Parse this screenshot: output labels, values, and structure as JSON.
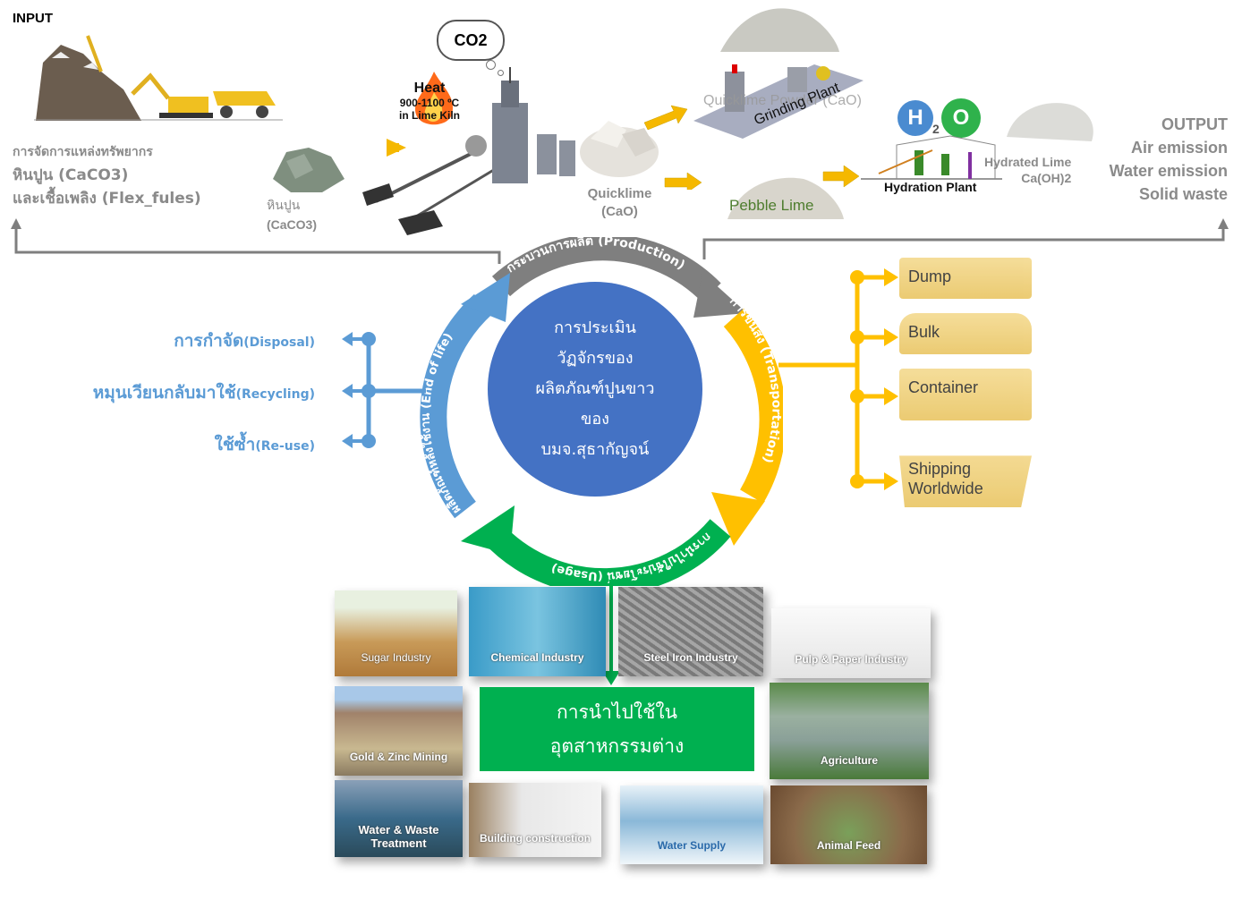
{
  "input": {
    "title": "INPUT",
    "resource_lines": [
      "การจัดการแหล่งทรัพยากร",
      "หินปูน  (CaCO3)",
      "และเชื้อเพลิง (Flex_fules)"
    ]
  },
  "limestone": {
    "label_th": "หินปูน",
    "label_formula": "(CaCO3)"
  },
  "co2_cloud": "CO2",
  "heat": {
    "title": "Heat",
    "temp": "900-1100 ºC",
    "location": "in Lime Kiln"
  },
  "quicklime": {
    "name": "Quicklime",
    "formula": "(CaO)"
  },
  "grinding": {
    "product": "Quicklime Powder (CaO)",
    "plant": "Grinding Plant"
  },
  "pebble_lime": "Pebble Lime",
  "hydration": {
    "h": "H",
    "sub": "2",
    "o": "O",
    "plant": "Hydration Plant",
    "product": "Hydrated Lime",
    "formula": "Ca(OH)2"
  },
  "output": {
    "title": "OUTPUT",
    "items": [
      "Air emission",
      "Water emission",
      "Solid waste"
    ]
  },
  "cycle": {
    "center": [
      "การประเมิน",
      "วัฏจักรของ",
      "ผลิตภัณฑ์ปูนขาว",
      "ของ",
      "บมจ.สุธากัญจน์"
    ],
    "production": "กระบวนการผลิต (Production)",
    "transportation": "การขนส่ง (Transportation)",
    "usage": "การนำไปใช้ประโยชน์ (Usage)",
    "end_of_life": "ผลิตภัณฑ์หลังใช้งาน (End of life)",
    "colors": {
      "production": "#7f7f7f",
      "transportation": "#ffc000",
      "usage": "#00b050",
      "end_of_life": "#5b9bd5",
      "center": "#4472c4"
    }
  },
  "end_of_life_options": [
    {
      "th": "การกำจัด",
      "en": "(Disposal)"
    },
    {
      "th": "หมุนเวียนกลับมาใช้",
      "en": "(Recycling)"
    },
    {
      "th": "ใช้ซ้ำ",
      "en": "(Re-use)"
    }
  ],
  "transport_modes": [
    "Dump",
    "Bulk",
    "Container",
    "Shipping Worldwide"
  ],
  "usage_center": [
    "การนำไปใช้ใน",
    "อุตสาหกรรมต่าง"
  ],
  "industries": [
    "Sugar Industry",
    "Chemical Industry",
    "Steel Iron Industry",
    "Pulp & Paper Industry",
    "Gold & Zinc Mining",
    "Agriculture",
    "Water & Waste Treatment",
    "Building  construction",
    "Water Supply",
    "Animal Feed"
  ]
}
